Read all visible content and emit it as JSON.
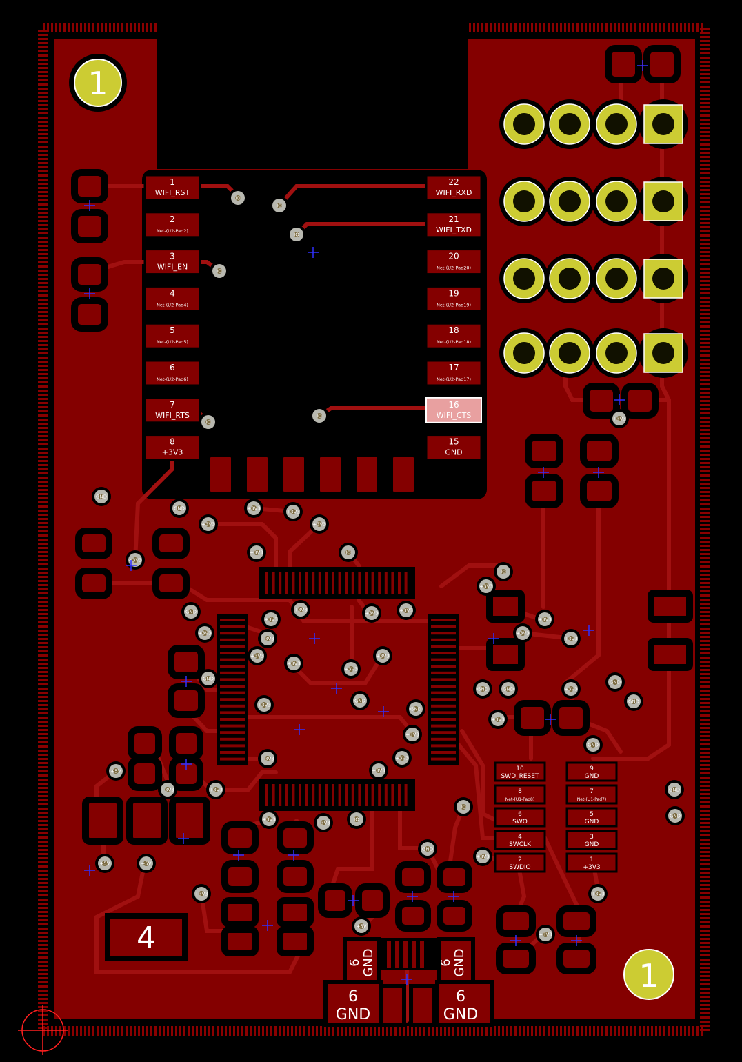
{
  "colors": {
    "background": "#000000",
    "copper": "#840000",
    "trace": "#a01010",
    "board_edge": "#8a0000",
    "pad": "#840000",
    "pad_outline": "#000000",
    "th_ring": "#cccc33",
    "th_hole": "#111100",
    "via": "#b8b8b0",
    "crosshair": "#3030ff",
    "origin": "#ff2020",
    "highlight_pad": "#e8a0a0"
  },
  "mounting": {
    "top_left": "1",
    "bottom_right": "1"
  },
  "footprint_label": "4",
  "module_left_pins": [
    {
      "num": "1",
      "net": "WIFI_RST"
    },
    {
      "num": "2",
      "net": "Net-(U2-Pad2)"
    },
    {
      "num": "3",
      "net": "WIFI_EN"
    },
    {
      "num": "4",
      "net": "Net-(U2-Pad4)"
    },
    {
      "num": "5",
      "net": "Net-(U2-Pad5)"
    },
    {
      "num": "6",
      "net": "Net-(U2-Pad6)"
    },
    {
      "num": "7",
      "net": "WIFI_RTS"
    },
    {
      "num": "8",
      "net": "+3V3"
    }
  ],
  "module_right_pins": [
    {
      "num": "22",
      "net": "WIFI_RXD"
    },
    {
      "num": "21",
      "net": "WIFI_TXD"
    },
    {
      "num": "20",
      "net": "Net-(U2-Pad20)"
    },
    {
      "num": "19",
      "net": "Net-(U2-Pad19)"
    },
    {
      "num": "18",
      "net": "Net-(U2-Pad18)"
    },
    {
      "num": "17",
      "net": "Net-(U2-Pad17)"
    },
    {
      "num": "16",
      "net": "WIFI_CTS"
    },
    {
      "num": "15",
      "net": "GND"
    }
  ],
  "swd_left_pins": [
    {
      "num": "10",
      "net": "SWD_RESET"
    },
    {
      "num": "8",
      "net": "Net-(U1-Pad8)"
    },
    {
      "num": "6",
      "net": "SWO"
    },
    {
      "num": "4",
      "net": "SWCLK"
    },
    {
      "num": "2",
      "net": "SWDIO"
    }
  ],
  "swd_right_pins": [
    {
      "num": "9",
      "net": "GND"
    },
    {
      "num": "7",
      "net": "Net-(U1-Pad7)"
    },
    {
      "num": "5",
      "net": "GND"
    },
    {
      "num": "3",
      "net": "GND"
    },
    {
      "num": "1",
      "net": "+3V3"
    }
  ],
  "usb_labels": {
    "shield_num": "6",
    "shield_net": "GND"
  },
  "via_labels": [
    "GND",
    "+3V3",
    "+5V",
    "IO"
  ]
}
